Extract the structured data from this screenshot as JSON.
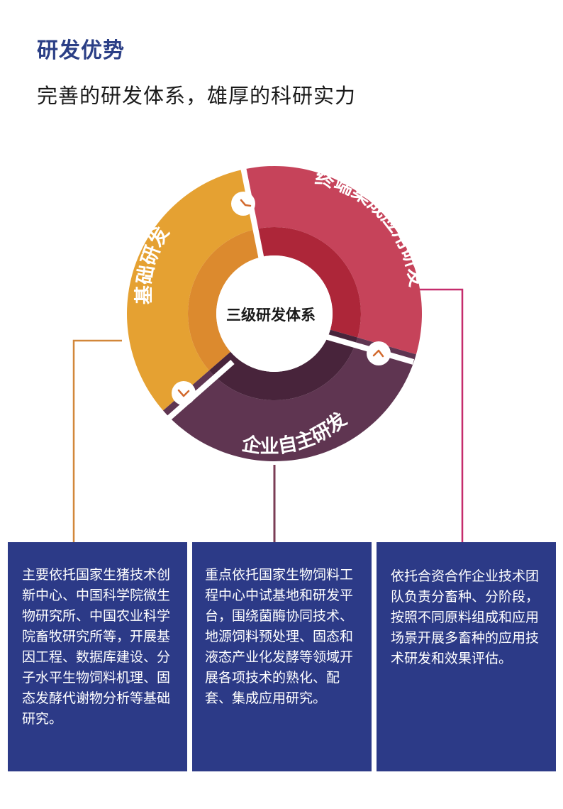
{
  "header": {
    "section_title": "研发优势",
    "subtitle": "完善的研发体系，雄厚的科研实力"
  },
  "diagram": {
    "center_label": "三级研发体系",
    "segments": [
      {
        "label": "基础研发",
        "color": "#e5a132",
        "inner_color": "#dc8a2e"
      },
      {
        "label": "终端集成应用研发",
        "color": "#c6435a",
        "inner_color": "#ad2639"
      },
      {
        "label": "企业自主研发",
        "color": "#5f3551",
        "inner_color": "#48243b"
      }
    ],
    "connector_colors": [
      "#d2873a",
      "#7a3d55",
      "#c52c6c"
    ]
  },
  "boxes": [
    {
      "text": "主要依托国家生猪技术创新中心、中国科学院微生物研究所、中国农业科学院畜牧研究所等，开展基因工程、数据库建设、分子水平生物饲料机理、固态发酵代谢物分析等基础研究。"
    },
    {
      "text": "重点依托国家生物饲料工程中心中试基地和研发平台，围绕菌酶协同技术、地源饲料预处理、固态和液态产业化发酵等领域开展各项技术的熟化、配套、集成应用研究。"
    },
    {
      "text": "依托合资合作企业技术团队负责分畜种、分阶段，按照不同原料组成和应用场景开展多畜种的应用技术研发和效果评估。"
    }
  ]
}
